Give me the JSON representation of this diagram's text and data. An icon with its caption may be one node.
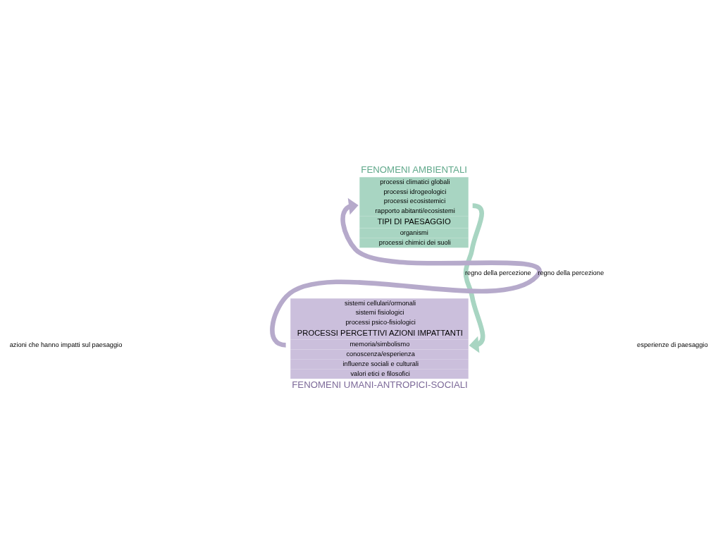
{
  "diagram": {
    "nodes": [
      {
        "text": [
          "FENOMENI AMBIENTALI",
          "processi climatici globali",
          "processi idrogeologici",
          "processi ecosistemici",
          "rapporto abitanti/ecosistemi",
          "TIPI DI PAESAGGIO",
          "organismi",
          "processi chimici dei suoli"
        ]
      },
      {
        "text": [
          "sistemi cellulari/ormonali",
          "sistemi fisiologici",
          "processi psico-fisiologici",
          "PROCESSI PERCETTIVI AZIONI IMPATTANTI",
          "memoria/simbolismo",
          "conoscenza/esperienza",
          "influenze sociali e culturali",
          "valori etici e filosofici",
          "FENOMENI UMANI-ANTROPICI-SOCIALI"
        ]
      }
    ],
    "edges": [
      {
        "from": 1,
        "to": 0,
        "arrow": "to",
        "label": "regno della percezione"
      },
      {
        "from": 0,
        "to": 1,
        "arrow": "to",
        "label": "regno della percezione"
      }
    ],
    "labels": [
      "azioni che hanno impatti sul paesaggio",
      "esperienze di paesaggio"
    ]
  }
}
